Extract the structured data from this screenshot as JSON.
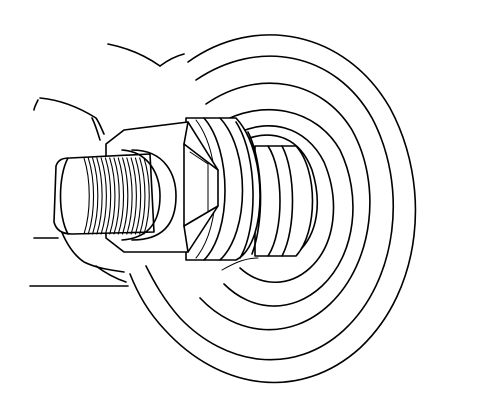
{
  "figure": {
    "type": "technical-line-illustration",
    "subject": "threaded-puller-screw-with-hex-nut-seated-in-bore",
    "colors": {
      "line": "#000000",
      "background": "#ffffff"
    },
    "components": {
      "background_housing": "housing-casting",
      "bore_rings": "concentric-bore-rings",
      "shaft": "stepped-shaft",
      "collar": "ribbed-collar",
      "nut": "hex-nut",
      "screw": "threaded-screw"
    },
    "thread_turns": 15,
    "bore_ring_count": 6
  }
}
